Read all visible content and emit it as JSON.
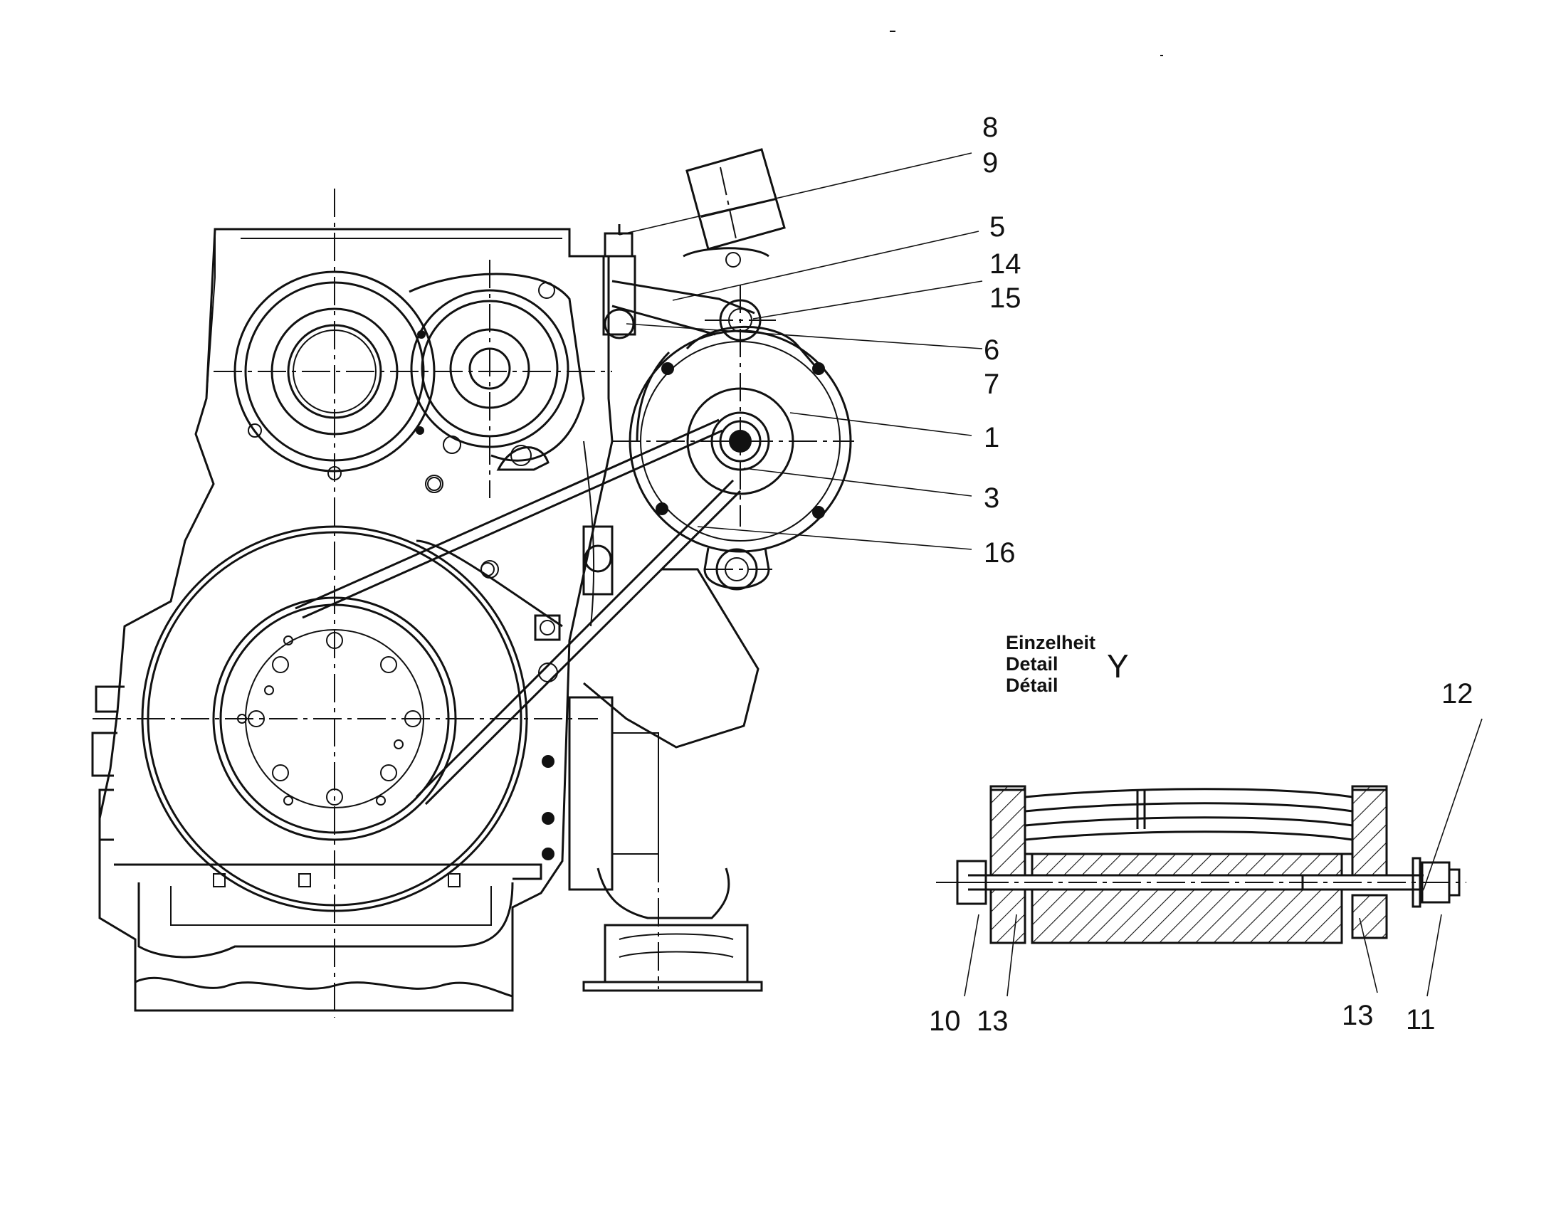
{
  "callouts": [
    {
      "id": "8",
      "text": "8"
    },
    {
      "id": "9",
      "text": "9"
    },
    {
      "id": "5",
      "text": "5"
    },
    {
      "id": "14",
      "text": "14"
    },
    {
      "id": "15",
      "text": "15"
    },
    {
      "id": "6",
      "text": "6"
    },
    {
      "id": "7",
      "text": "7"
    },
    {
      "id": "1",
      "text": "1"
    },
    {
      "id": "3",
      "text": "3"
    },
    {
      "id": "16",
      "text": "16"
    },
    {
      "id": "12",
      "text": "12"
    },
    {
      "id": "10",
      "text": "10"
    },
    {
      "id": "13a",
      "text": "13"
    },
    {
      "id": "13b",
      "text": "13"
    },
    {
      "id": "11",
      "text": "11"
    }
  ],
  "detail": {
    "title_de": "Einzelheit",
    "title_en": "Detail",
    "title_fr": "Détail",
    "letter": "Y"
  }
}
